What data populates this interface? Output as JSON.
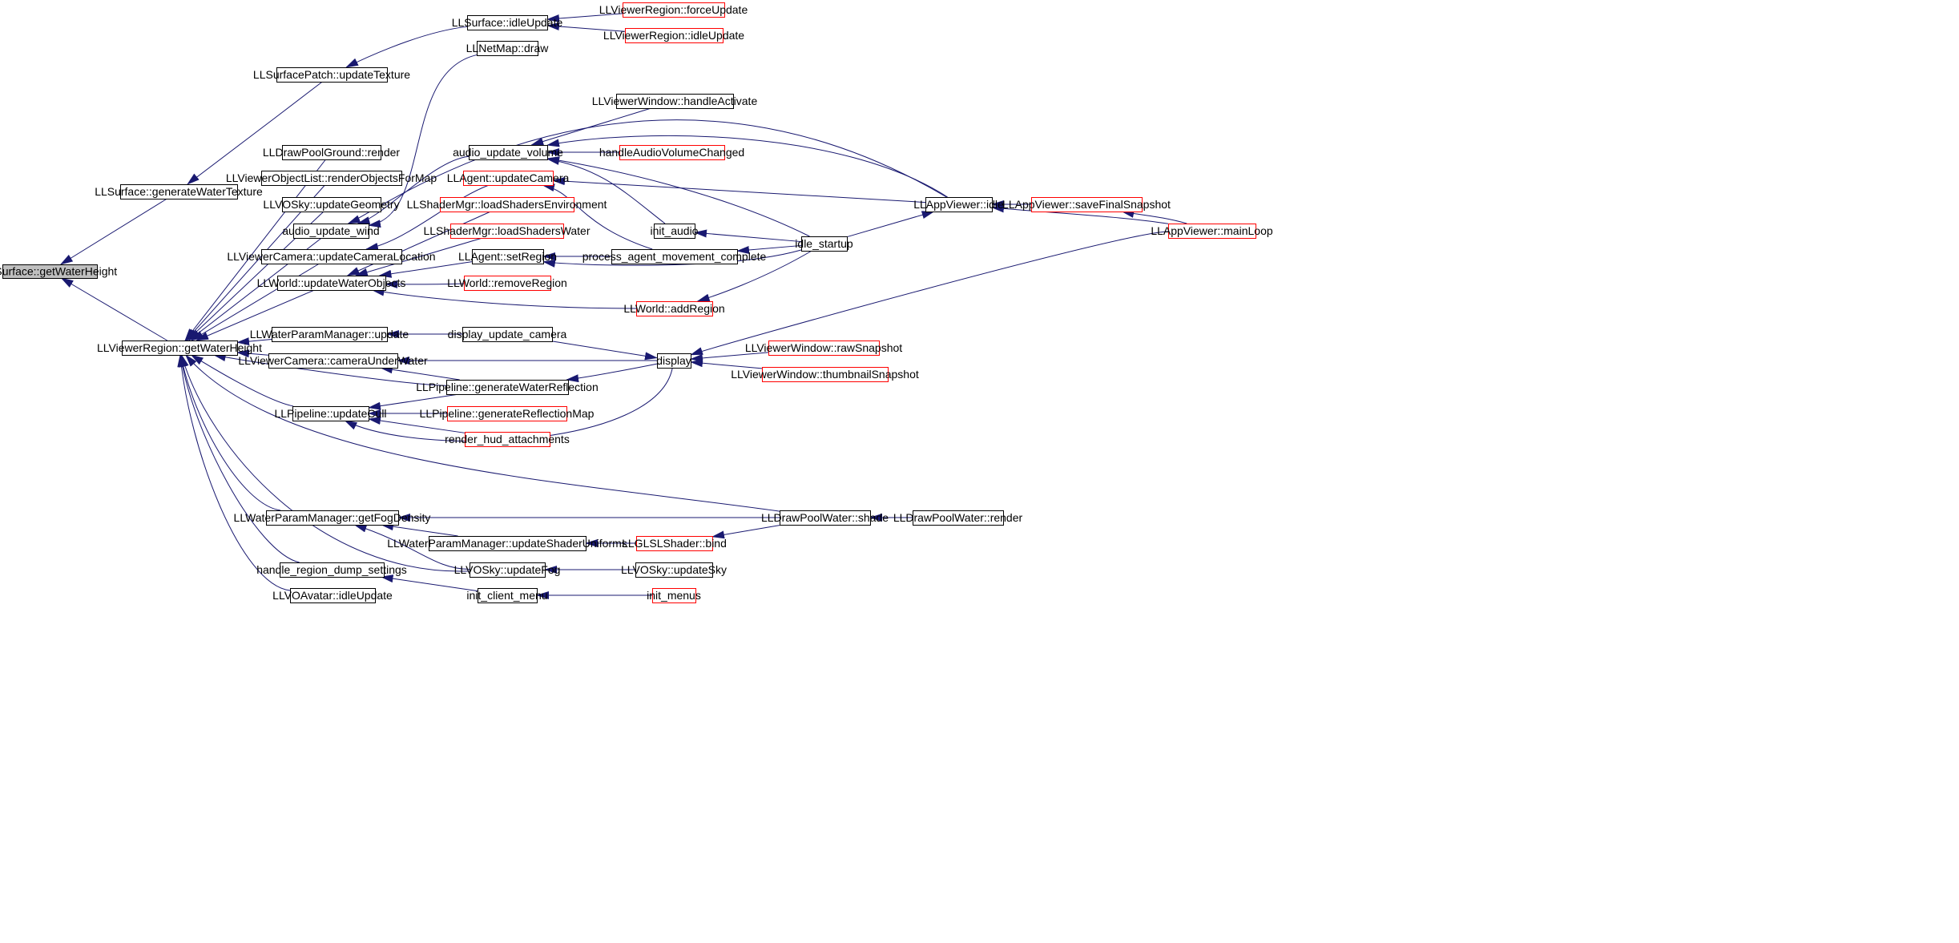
{
  "colors": {
    "edge": "#191970",
    "external_border": "#ff0000",
    "internal_border": "#000000",
    "focus_fill": "#bfbfbf",
    "node_fill": "#ffffff",
    "text": "#000000"
  },
  "nodes": {
    "n1": {
      "label": "LLSurface::getWaterHeight",
      "style": "focus"
    },
    "n2": {
      "label": "LLSurface::generateWaterTexture",
      "style": "normal"
    },
    "n3": {
      "label": "LLViewerRegion::getWaterHeight",
      "style": "normal"
    },
    "n4": {
      "label": "LLSurfacePatch::updateTexture",
      "style": "normal"
    },
    "n5": {
      "label": "LLSurface::idleUpdate",
      "style": "normal"
    },
    "n6": {
      "label": "LLViewerRegion::forceUpdate",
      "style": "external"
    },
    "n7": {
      "label": "LLViewerRegion::idleUpdate",
      "style": "external"
    },
    "n8": {
      "label": "LLNetMap::draw",
      "style": "normal"
    },
    "n9": {
      "label": "LLDrawPoolGround::render",
      "style": "normal"
    },
    "n10": {
      "label": "LLViewerObjectList::renderObjectsForMap",
      "style": "normal"
    },
    "n11": {
      "label": "LLVOSky::updateGeometry",
      "style": "normal"
    },
    "n12": {
      "label": "audio_update_wind",
      "style": "normal"
    },
    "n13": {
      "label": "LLViewerCamera::updateCameraLocation",
      "style": "normal"
    },
    "n14": {
      "label": "LLWorld::updateWaterObjects",
      "style": "normal"
    },
    "n15": {
      "label": "LLWaterParamManager::update",
      "style": "normal"
    },
    "n16": {
      "label": "LLViewerCamera::cameraUnderWater",
      "style": "normal"
    },
    "n17": {
      "label": "LLPipeline::updateCull",
      "style": "normal"
    },
    "n18": {
      "label": "LLWaterParamManager::getFogDensity",
      "style": "normal"
    },
    "n19": {
      "label": "handle_region_dump_settings",
      "style": "normal"
    },
    "n20": {
      "label": "LLVOAvatar::idleUpdate",
      "style": "normal"
    },
    "n21": {
      "label": "audio_update_volume",
      "style": "normal"
    },
    "n22": {
      "label": "LLAgent::updateCamera",
      "style": "external"
    },
    "n23": {
      "label": "LLShaderMgr::loadShadersEnvironment",
      "style": "external"
    },
    "n24": {
      "label": "LLShaderMgr::loadShadersWater",
      "style": "external"
    },
    "n25": {
      "label": "LLAgent::setRegion",
      "style": "normal"
    },
    "n26": {
      "label": "LLWorld::removeRegion",
      "style": "external"
    },
    "n27": {
      "label": "display_update_camera",
      "style": "normal"
    },
    "n28": {
      "label": "LLPipeline::generateWaterReflection",
      "style": "normal"
    },
    "n29": {
      "label": "LLPipeline::generateReflectionMap",
      "style": "external"
    },
    "n30": {
      "label": "render_hud_attachments",
      "style": "external"
    },
    "n31": {
      "label": "LLWaterParamManager::updateShaderUniforms",
      "style": "normal"
    },
    "n32": {
      "label": "LLVOSky::updateFog",
      "style": "normal"
    },
    "n33": {
      "label": "init_client_menu",
      "style": "normal"
    },
    "n34": {
      "label": "LLViewerWindow::handleActivate",
      "style": "normal"
    },
    "n35": {
      "label": "handleAudioVolumeChanged",
      "style": "external"
    },
    "n36": {
      "label": "init_audio",
      "style": "normal"
    },
    "n37": {
      "label": "process_agent_movement_complete",
      "style": "normal"
    },
    "n38": {
      "label": "LLWorld::addRegion",
      "style": "external"
    },
    "n39": {
      "label": "display",
      "style": "normal"
    },
    "n40": {
      "label": "LLViewerWindow::rawSnapshot",
      "style": "external"
    },
    "n41": {
      "label": "LLViewerWindow::thumbnailSnapshot",
      "style": "external"
    },
    "n42": {
      "label": "LLDrawPoolWater::shade",
      "style": "normal"
    },
    "n43": {
      "label": "LLGLSLShader::bind",
      "style": "external"
    },
    "n44": {
      "label": "LLVOSky::updateSky",
      "style": "normal"
    },
    "n45": {
      "label": "init_menus",
      "style": "external"
    },
    "n46": {
      "label": "LLAppViewer::idle",
      "style": "normal"
    },
    "n47": {
      "label": "idle_startup",
      "style": "normal"
    },
    "n48": {
      "label": "LLDrawPoolWater::render",
      "style": "normal"
    },
    "n49": {
      "label": "LLAppViewer::saveFinalSnapshot",
      "style": "external"
    },
    "n50": {
      "label": "LLAppViewer::mainLoop",
      "style": "external"
    }
  },
  "edges": [
    {
      "caller": "n2",
      "callee": "n1"
    },
    {
      "caller": "n3",
      "callee": "n1"
    },
    {
      "caller": "n4",
      "callee": "n2"
    },
    {
      "caller": "n5",
      "callee": "n4"
    },
    {
      "caller": "n6",
      "callee": "n5"
    },
    {
      "caller": "n7",
      "callee": "n5"
    },
    {
      "caller": "n9",
      "callee": "n3"
    },
    {
      "caller": "n10",
      "callee": "n3"
    },
    {
      "caller": "n11",
      "callee": "n3"
    },
    {
      "caller": "n12",
      "callee": "n3"
    },
    {
      "caller": "n13",
      "callee": "n3"
    },
    {
      "caller": "n14",
      "callee": "n3"
    },
    {
      "caller": "n15",
      "callee": "n3"
    },
    {
      "caller": "n16",
      "callee": "n3"
    },
    {
      "caller": "n28",
      "callee": "n3"
    },
    {
      "caller": "n17",
      "callee": "n3"
    },
    {
      "caller": "n42",
      "callee": "n3"
    },
    {
      "caller": "n18",
      "callee": "n3"
    },
    {
      "caller": "n32",
      "callee": "n3"
    },
    {
      "caller": "n19",
      "callee": "n3"
    },
    {
      "caller": "n20",
      "callee": "n3"
    },
    {
      "caller": "n8",
      "callee": "n12"
    },
    {
      "caller": "n21",
      "callee": "n12"
    },
    {
      "caller": "n46",
      "callee": "n12"
    },
    {
      "caller": "n22",
      "callee": "n13"
    },
    {
      "caller": "n23",
      "callee": "n14"
    },
    {
      "caller": "n24",
      "callee": "n14"
    },
    {
      "caller": "n25",
      "callee": "n14"
    },
    {
      "caller": "n26",
      "callee": "n14"
    },
    {
      "caller": "n38",
      "callee": "n14"
    },
    {
      "caller": "n27",
      "callee": "n15"
    },
    {
      "caller": "n39",
      "callee": "n16"
    },
    {
      "caller": "n28",
      "callee": "n16"
    },
    {
      "caller": "n28",
      "callee": "n17"
    },
    {
      "caller": "n29",
      "callee": "n17"
    },
    {
      "caller": "n30",
      "callee": "n17"
    },
    {
      "caller": "n39",
      "callee": "n17"
    },
    {
      "caller": "n42",
      "callee": "n18"
    },
    {
      "caller": "n31",
      "callee": "n18"
    },
    {
      "caller": "n32",
      "callee": "n18"
    },
    {
      "caller": "n33",
      "callee": "n19"
    },
    {
      "caller": "n34",
      "callee": "n21"
    },
    {
      "caller": "n35",
      "callee": "n21"
    },
    {
      "caller": "n46",
      "callee": "n21"
    },
    {
      "caller": "n36",
      "callee": "n21"
    },
    {
      "caller": "n47",
      "callee": "n21"
    },
    {
      "caller": "n46",
      "callee": "n22"
    },
    {
      "caller": "n37",
      "callee": "n22"
    },
    {
      "caller": "n37",
      "callee": "n25"
    },
    {
      "caller": "n47",
      "callee": "n25"
    },
    {
      "caller": "n47",
      "callee": "n38"
    },
    {
      "caller": "n27",
      "callee": "n39"
    },
    {
      "caller": "n39",
      "callee": "n28"
    },
    {
      "caller": "n40",
      "callee": "n39"
    },
    {
      "caller": "n41",
      "callee": "n39"
    },
    {
      "caller": "n50",
      "callee": "n39"
    },
    {
      "caller": "n43",
      "callee": "n31"
    },
    {
      "caller": "n44",
      "callee": "n32"
    },
    {
      "caller": "n45",
      "callee": "n33"
    },
    {
      "caller": "n42",
      "callee": "n43"
    },
    {
      "caller": "n48",
      "callee": "n42"
    },
    {
      "caller": "n47",
      "callee": "n36"
    },
    {
      "caller": "n47",
      "callee": "n37"
    },
    {
      "caller": "n47",
      "callee": "n46"
    },
    {
      "caller": "n49",
      "callee": "n46"
    },
    {
      "caller": "n50",
      "callee": "n46"
    },
    {
      "caller": "n50",
      "callee": "n49"
    }
  ]
}
